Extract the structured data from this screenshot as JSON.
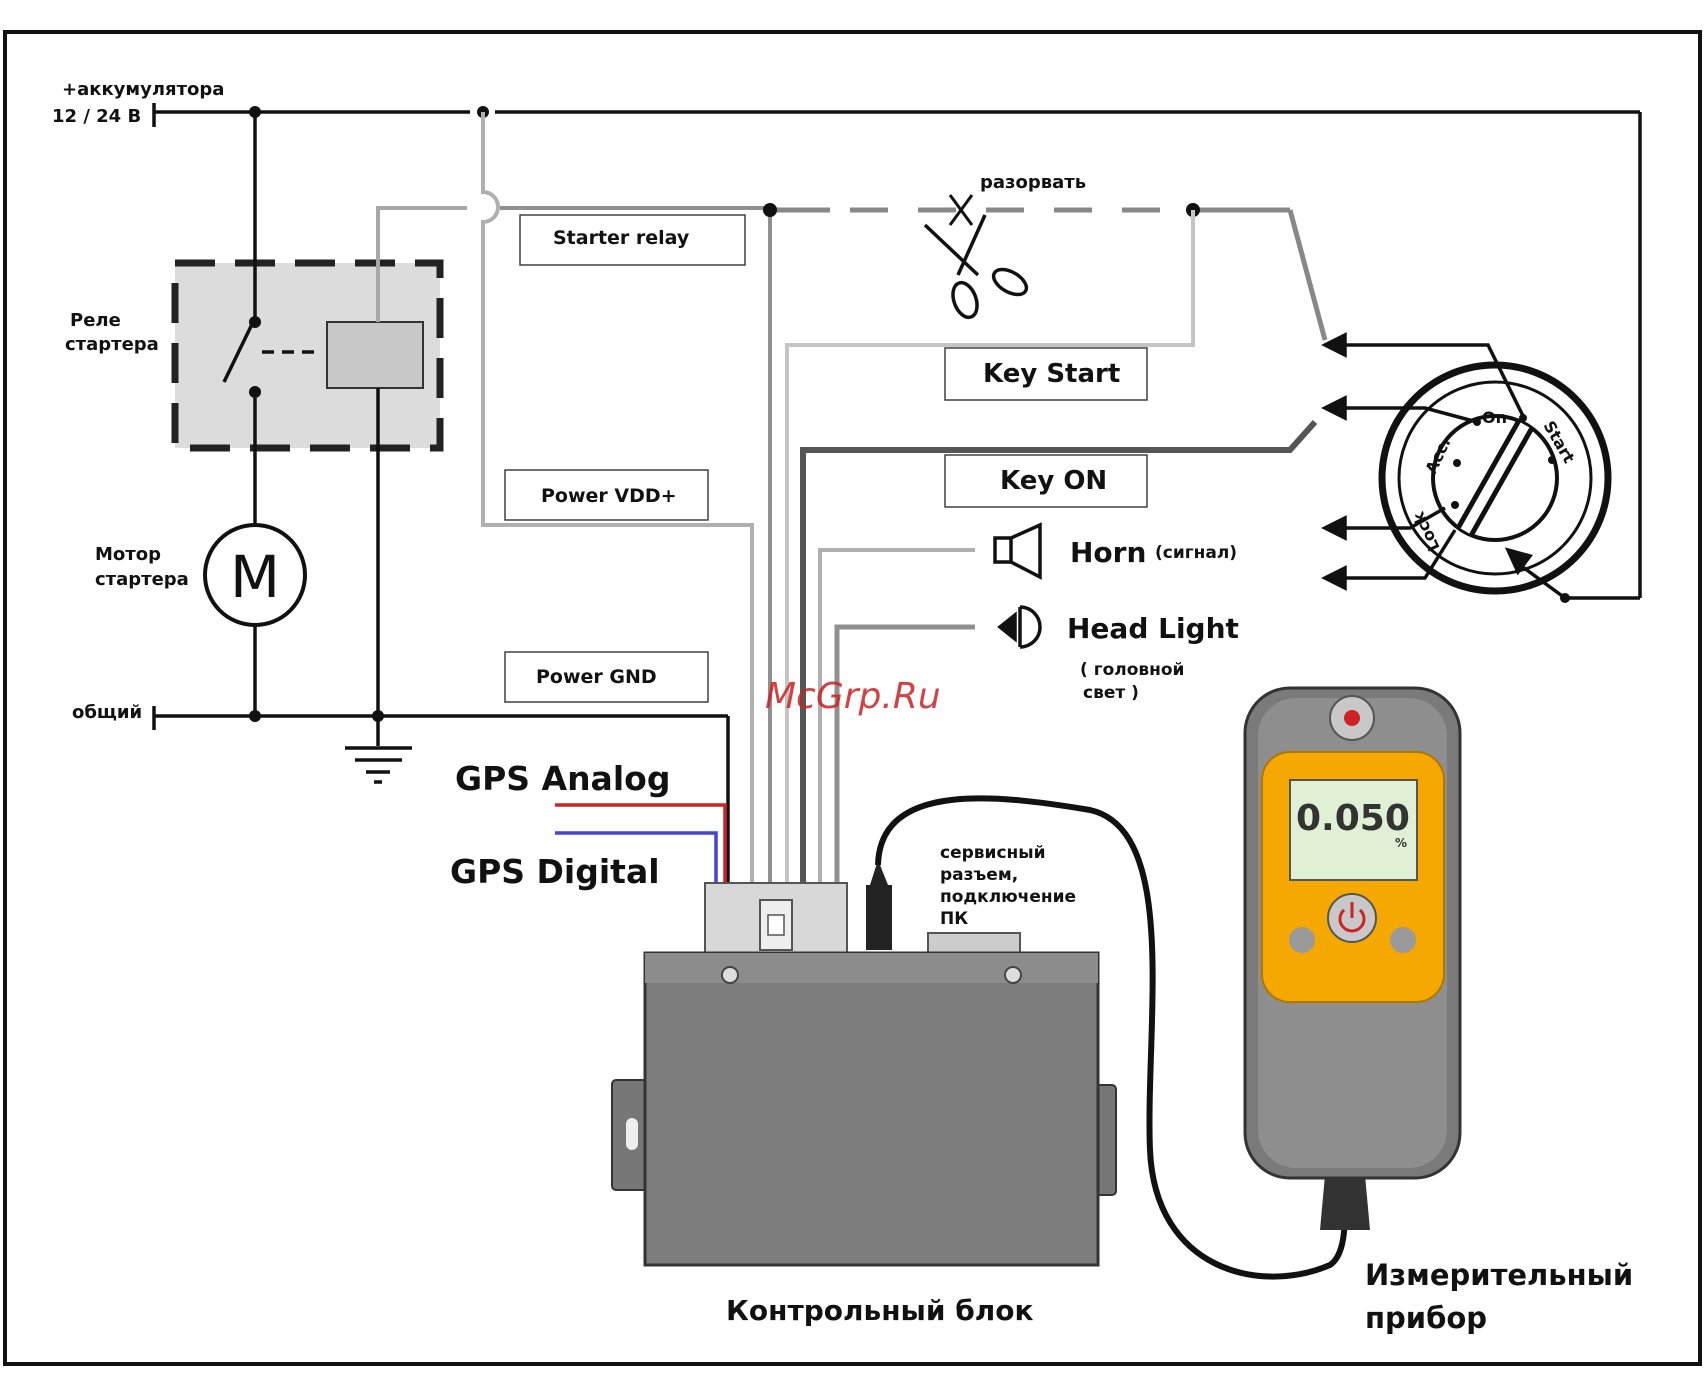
{
  "battery": {
    "line1": "+аккумулятора",
    "line2": "12 / 24 В"
  },
  "ground_label": "общий",
  "starter_relay_block": {
    "line1": "Реле",
    "line2": "стартера"
  },
  "starter_motor": {
    "line1": "Мотор",
    "line2": "стартера",
    "symbol": "M"
  },
  "cut_label": "разорвать",
  "wire_labels": {
    "starter_relay": "Starter relay",
    "key_start": "Key Start",
    "key_on": "Key ON",
    "power_vdd": "Power VDD+",
    "power_gnd": "Power GND"
  },
  "outputs": {
    "horn": "Horn",
    "horn_ru": "(сигнал)",
    "head_light": "Head Light",
    "head_light_ru_1": "( головной",
    "head_light_ru_2": "свет )"
  },
  "ignition_switch": {
    "pos_lock": "Lock",
    "pos_acc": "Acc.",
    "pos_on": "On",
    "pos_start": "Start"
  },
  "gps": {
    "analog": "GPS Analog",
    "digital": "GPS Digital"
  },
  "service_port": {
    "line1": "сервисный",
    "line2": "разъем,",
    "line3": "подключение",
    "line4": "ПК"
  },
  "watermark": "McGrp.Ru",
  "control_unit_label": "Контрольный блок",
  "meter": {
    "reading": "0.050",
    "unit": "%",
    "label_line1": "Измерительный",
    "label_line2": "прибор"
  },
  "colors": {
    "gps_analog_wire": "#cc2222",
    "gps_digital_wire": "#4444cc",
    "meter_accent": "#f5a800",
    "watermark": "#cc2222"
  }
}
